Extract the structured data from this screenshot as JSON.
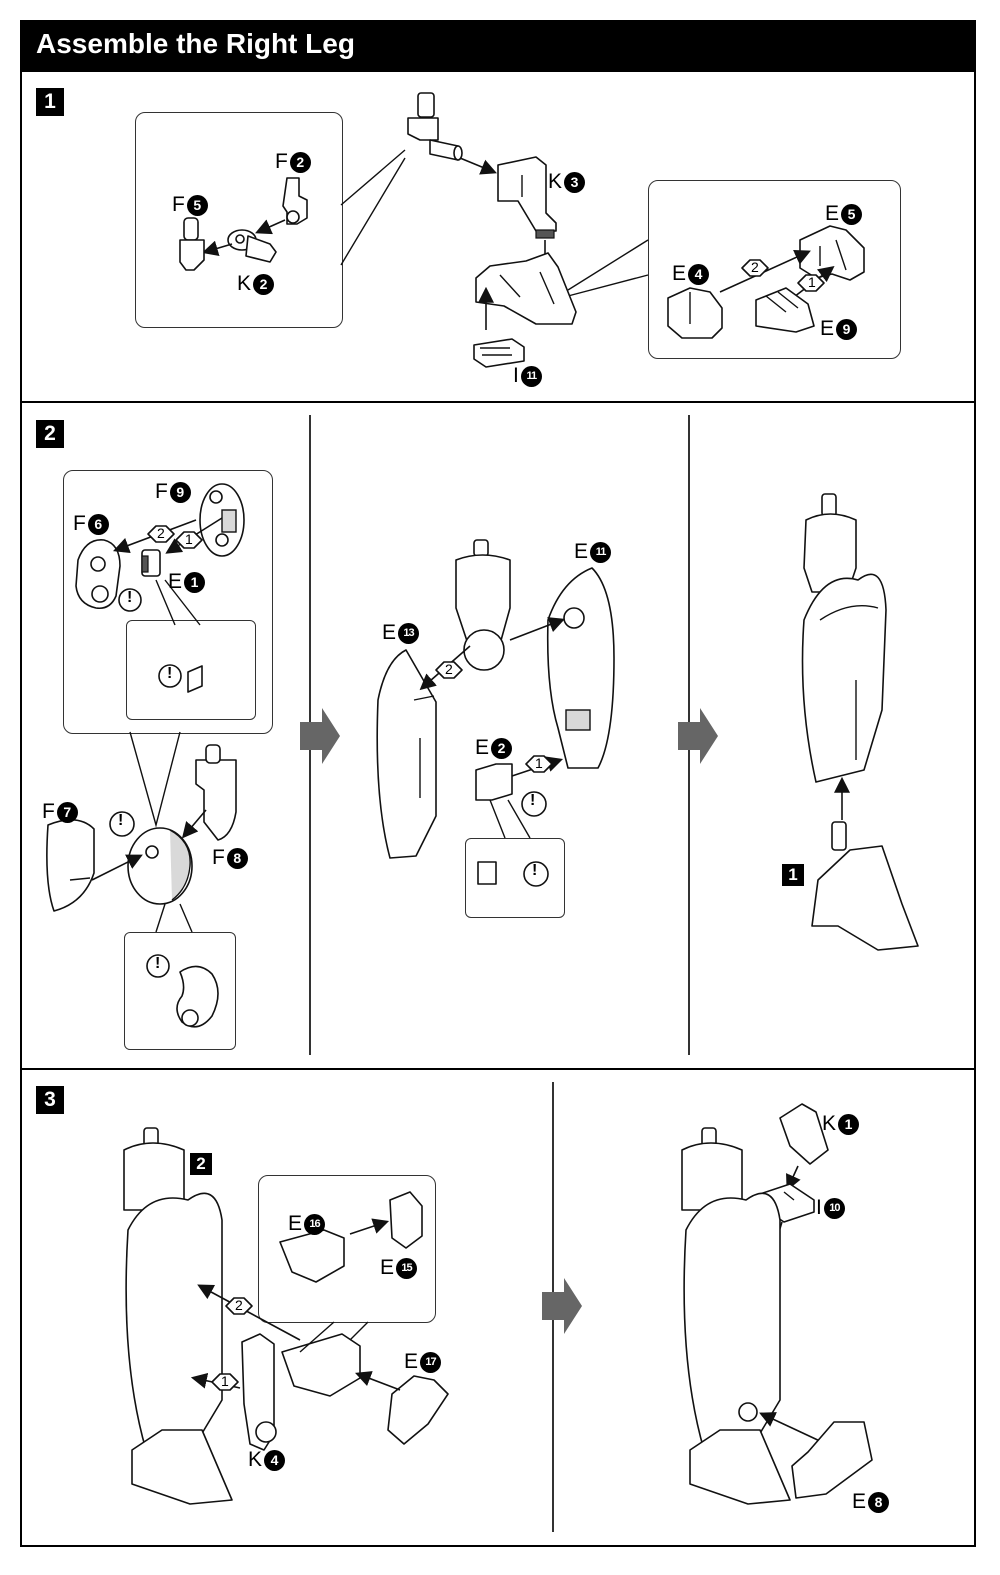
{
  "title": "Assemble the Right Leg",
  "steps": [
    "1",
    "2",
    "3"
  ],
  "step_refs": {
    "step2_ref": "1",
    "step3_ref": "2"
  },
  "part_labels": {
    "F2": {
      "letter": "F",
      "num": "2"
    },
    "F5": {
      "letter": "F",
      "num": "5"
    },
    "K2": {
      "letter": "K",
      "num": "2"
    },
    "K3": {
      "letter": "K",
      "num": "3"
    },
    "E5": {
      "letter": "E",
      "num": "5"
    },
    "E4": {
      "letter": "E",
      "num": "4"
    },
    "E9": {
      "letter": "E",
      "num": "9"
    },
    "I11": {
      "letter": "I",
      "num": "11"
    },
    "F9": {
      "letter": "F",
      "num": "9"
    },
    "F6": {
      "letter": "F",
      "num": "6"
    },
    "E1": {
      "letter": "E",
      "num": "1"
    },
    "F7": {
      "letter": "F",
      "num": "7"
    },
    "F8": {
      "letter": "F",
      "num": "8"
    },
    "E13": {
      "letter": "E",
      "num": "13"
    },
    "E11": {
      "letter": "E",
      "num": "11"
    },
    "E2": {
      "letter": "E",
      "num": "2"
    },
    "E16": {
      "letter": "E",
      "num": "16"
    },
    "E15": {
      "letter": "E",
      "num": "15"
    },
    "E17": {
      "letter": "E",
      "num": "17"
    },
    "K4": {
      "letter": "K",
      "num": "4"
    },
    "K1": {
      "letter": "K",
      "num": "1"
    },
    "I10": {
      "letter": "I",
      "num": "10"
    },
    "E8": {
      "letter": "E",
      "num": "8"
    }
  },
  "order_marks": {
    "first": "1",
    "second": "2"
  },
  "caution_mark": "!"
}
